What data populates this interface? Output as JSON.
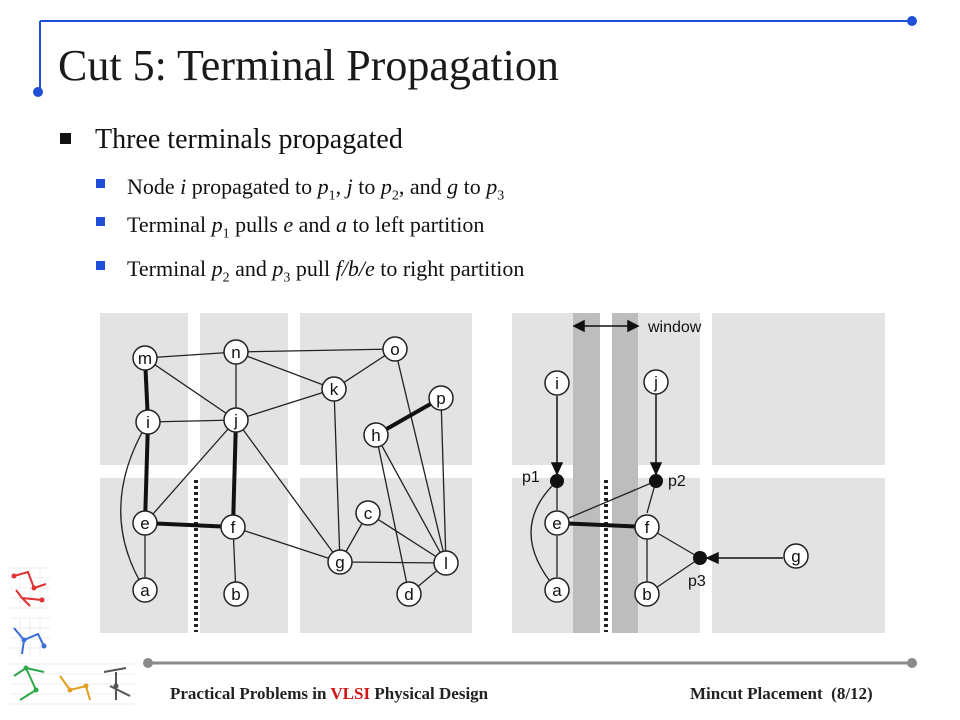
{
  "slide": {
    "title": "Cut 5: Terminal Propagation",
    "bullet_main": "Three terminals propagated",
    "sub1": {
      "t1": "Node ",
      "i": "i",
      "t2": " propagated to ",
      "p": "p",
      "s1": "1",
      "t3": ", ",
      "j": "j",
      "t4": " to ",
      "s2": "2",
      "t5": ", and ",
      "g": "g",
      "t6": " to ",
      "s3": "3"
    },
    "sub2": {
      "t1": "Terminal ",
      "p": "p",
      "s1": "1",
      "t2": " pulls ",
      "e": "e",
      "t3": " and ",
      "a": "a",
      "t4": " to left partition"
    },
    "sub3": {
      "t1": "Terminal ",
      "p": "p",
      "s2": "2",
      "t2": " and ",
      "s3": "3",
      "t3": " pull ",
      "fbe": "f/b/e",
      "t4": " to right partition"
    }
  },
  "diagram_left": {
    "nodes": {
      "m": "m",
      "n": "n",
      "o": "o",
      "k": "k",
      "p": "p",
      "i": "i",
      "j": "j",
      "h": "h",
      "c": "c",
      "e": "e",
      "f": "f",
      "g": "g",
      "l": "l",
      "a": "a",
      "b": "b",
      "d": "d"
    }
  },
  "diagram_right": {
    "window_label": "window",
    "nodes": {
      "i": "i",
      "j": "j",
      "e": "e",
      "f": "f",
      "a": "a",
      "b": "b",
      "g": "g"
    },
    "terminals": {
      "p1": "p1",
      "p2": "p2",
      "p3": "p3"
    }
  },
  "footer": {
    "course_pre": "Practical Problems in ",
    "course_vlsi": "VLSI",
    "course_post": " Physical Design",
    "section": "Mincut Placement",
    "page": "(8/12)"
  },
  "colors": {
    "accent": "#1f4fd6",
    "vlsi_red": "#d21414",
    "block_gray": "#e3e3e3",
    "window_gray": "#bdbdbd"
  }
}
